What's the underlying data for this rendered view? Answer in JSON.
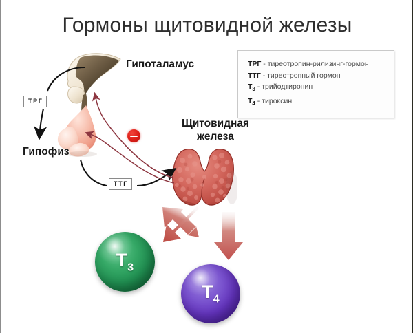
{
  "title": "Гормоны щитовидной железы",
  "legend": {
    "items": [
      {
        "abbr": "ТРГ",
        "sub": "",
        "desc": " - тиреотропин-рилизинг-гормон"
      },
      {
        "abbr": "ТТГ",
        "sub": "",
        "desc": " - тиреотропный гормон"
      },
      {
        "abbr": "T",
        "sub": "3",
        "desc": " - трийодтиронин"
      },
      {
        "abbr": "T",
        "sub": "4",
        "desc": " - тироксин"
      }
    ]
  },
  "organs": {
    "hypothalamus": "Гипоталамус",
    "pituitary": "Гипофиз",
    "thyroid": "Щитовидная\nжелеза"
  },
  "tags": {
    "trh": "ТРГ",
    "tsh": "ТТГ"
  },
  "hormones": [
    {
      "symbol": "T",
      "sub": "3",
      "color": "#219253"
    },
    {
      "symbol": "T",
      "sub": "4",
      "color": "#6434bf"
    }
  ],
  "feedback": {
    "sign": "−",
    "color": "#de1f18"
  },
  "colors": {
    "stimulating_arrow": "#121212",
    "secretion_arrow": "#c0504d",
    "feedback_arrow": "#7b2d36",
    "thyroid": "#cc5f58",
    "hypothalamus": "#6e5b43",
    "pituitary": "#f0b3a6"
  }
}
